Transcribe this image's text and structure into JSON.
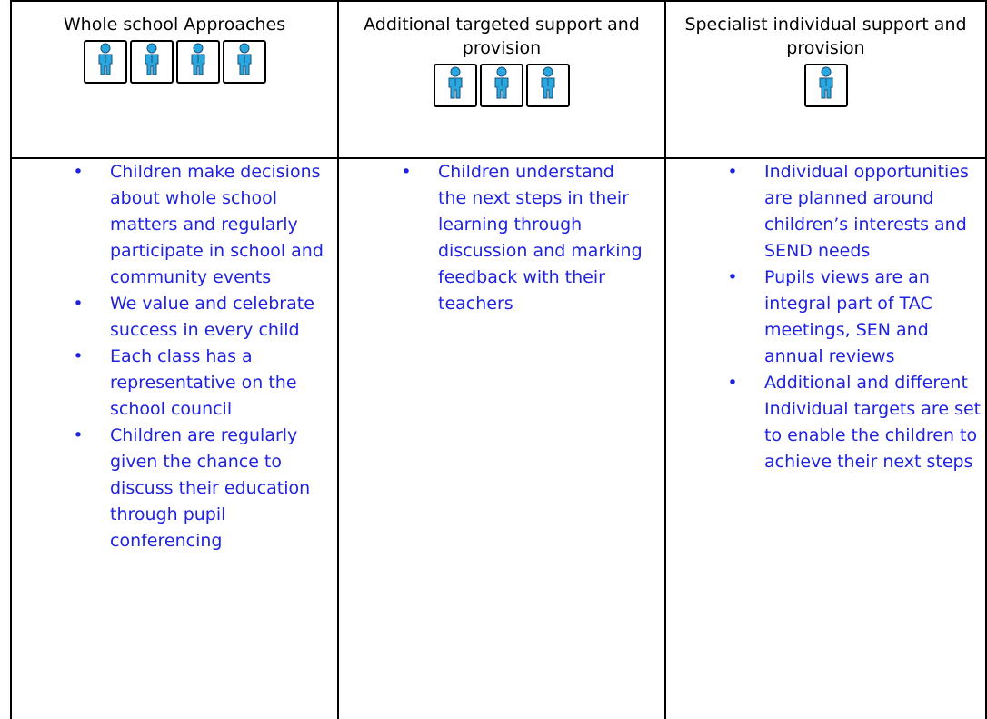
{
  "columns": [
    {
      "header": "Whole school Approaches",
      "icon_count": 4,
      "items": [
        "Children make decisions about whole school matters and regularly participate in school and community events",
        "We value and celebrate success in every child",
        "Each class has a representative on the school council",
        "Children are regularly given the chance to discuss their education through pupil conferencing"
      ]
    },
    {
      "header": "Additional targeted support and provision",
      "icon_count": 3,
      "items": [
        "Children understand the next steps in their learning through discussion and marking feedback with their teachers"
      ]
    },
    {
      "header": "Specialist individual support and provision",
      "icon_count": 1,
      "items": [
        "Individual opportunities are planned around children’s interests and SEND needs",
        "Pupils views are an integral part of TAC meetings, SEN and annual reviews",
        "Additional and different Individual targets are set to enable the children to achieve their next steps"
      ]
    }
  ],
  "bullet_symbol": "•",
  "icon_name": "person-icon",
  "colors": {
    "body_text": "#1f22e0",
    "icon_fill": "#29a8e0"
  }
}
